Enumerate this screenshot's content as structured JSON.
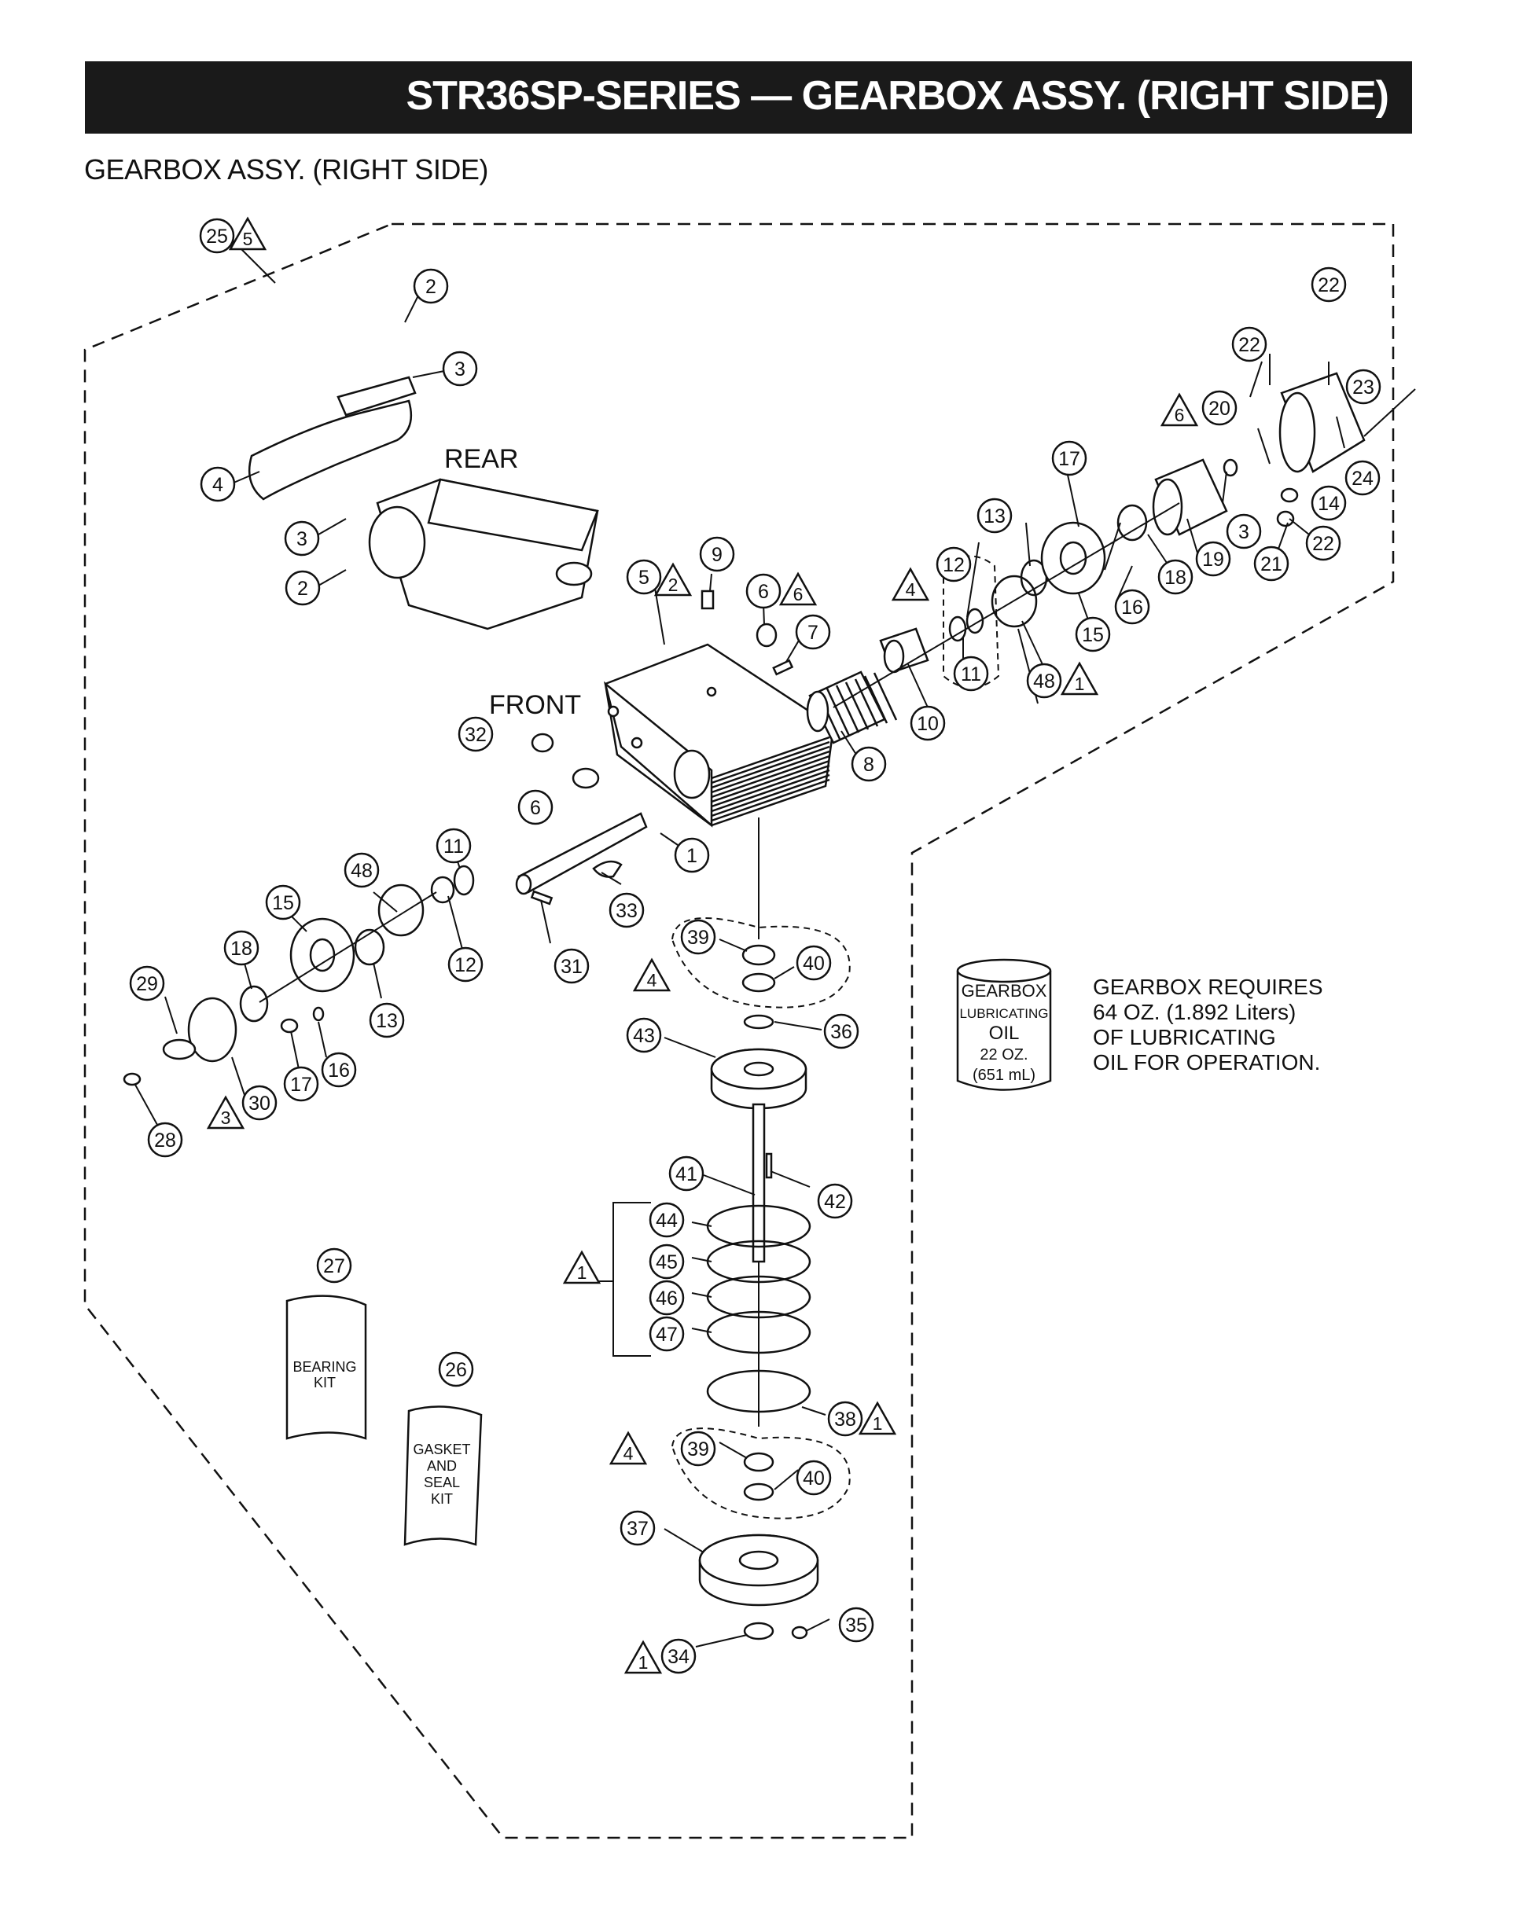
{
  "title": "STR36SP-SERIES — GEARBOX ASSY. (RIGHT SIDE)",
  "subtitle": "GEARBOX ASSY. (RIGHT SIDE)",
  "labels": {
    "rear": "REAR",
    "front": "FRONT"
  },
  "oil_can": {
    "line1": "GEARBOX",
    "line2": "LUBRICATING",
    "line3": "OIL",
    "line4": "22 OZ.",
    "line5": "(651 mL)"
  },
  "oil_note": {
    "line1": "GEARBOX REQUIRES",
    "line2": "64 OZ.  (1.892 Liters)",
    "line3": "OF LUBRICATING",
    "line4": "OIL FOR OPERATION."
  },
  "kits": {
    "bearing": [
      "BEARING",
      "KIT"
    ],
    "gasket": [
      "GASKET",
      "AND",
      "SEAL",
      "KIT"
    ]
  },
  "callouts": [
    "1",
    "2",
    "3",
    "4",
    "5",
    "6",
    "7",
    "8",
    "9",
    "10",
    "11",
    "12",
    "13",
    "14",
    "15",
    "16",
    "17",
    "18",
    "19",
    "20",
    "21",
    "22",
    "23",
    "24",
    "25",
    "26",
    "27",
    "28",
    "29",
    "30",
    "31",
    "32",
    "33",
    "34",
    "35",
    "36",
    "37",
    "38",
    "39",
    "40",
    "41",
    "42",
    "43",
    "44",
    "45",
    "46",
    "47",
    "48"
  ],
  "note_triangles": [
    "1",
    "3",
    "4",
    "5",
    "6"
  ]
}
